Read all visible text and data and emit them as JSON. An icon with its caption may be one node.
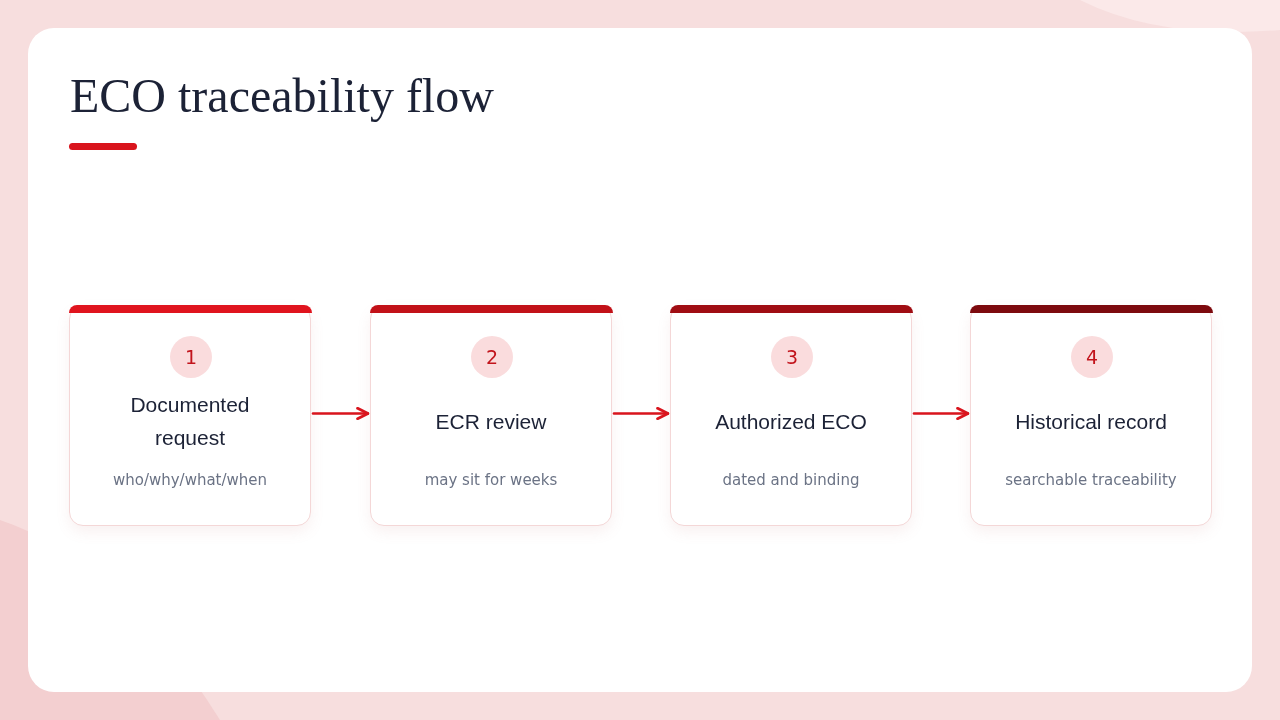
{
  "diagram": {
    "title": "ECO traceability flow",
    "nodes": [
      {
        "text": [
          "1",
          "Documented request",
          "who/why/what/when"
        ]
      },
      {
        "text": [
          "2",
          "ECR review",
          "may sit for weeks"
        ]
      },
      {
        "text": [
          "3",
          "Authorized ECO",
          "dated and binding"
        ]
      },
      {
        "text": [
          "4",
          "Historical record",
          "searchable traceability"
        ]
      }
    ],
    "edges": [
      {
        "from": 0,
        "to": 1,
        "arrow": "to"
      },
      {
        "from": 1,
        "to": 2,
        "arrow": "to"
      },
      {
        "from": 2,
        "to": 3,
        "arrow": "to"
      }
    ]
  }
}
